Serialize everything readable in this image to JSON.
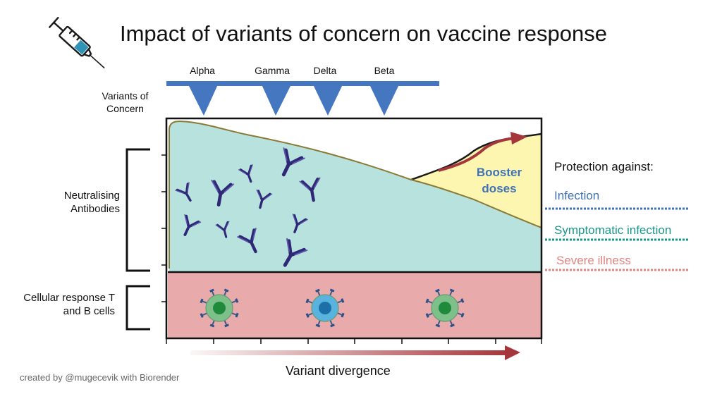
{
  "title": "Impact of variants of concern on vaccine response",
  "variants_label": "Variants of Concern",
  "variants": [
    "Alpha",
    "Gamma",
    "Delta",
    "Beta"
  ],
  "neutralising_label": "Neutralising Antibodies",
  "cellular_label": "Cellular response T and B cells",
  "booster_label": "Booster doses",
  "protection": {
    "title": "Protection against:",
    "items": [
      "Infection",
      "Symptomatic infection",
      "Severe illness"
    ]
  },
  "x_axis_label": "Variant divergence",
  "credit": "created by @mugecevik with Biorender",
  "colors": {
    "antibody_area": "#b8e2dd",
    "cellular_area": "#e8aaaa",
    "booster_area": "#fdf6b0",
    "variant_marker": "#4577c0",
    "arrow": "#a5373c",
    "infection": "#3f72b7",
    "symptomatic": "#1a968a",
    "severe": "#e08482",
    "antibody": "#2e2877",
    "t_cell": "#7dc08a",
    "b_cell": "#58b4de"
  }
}
